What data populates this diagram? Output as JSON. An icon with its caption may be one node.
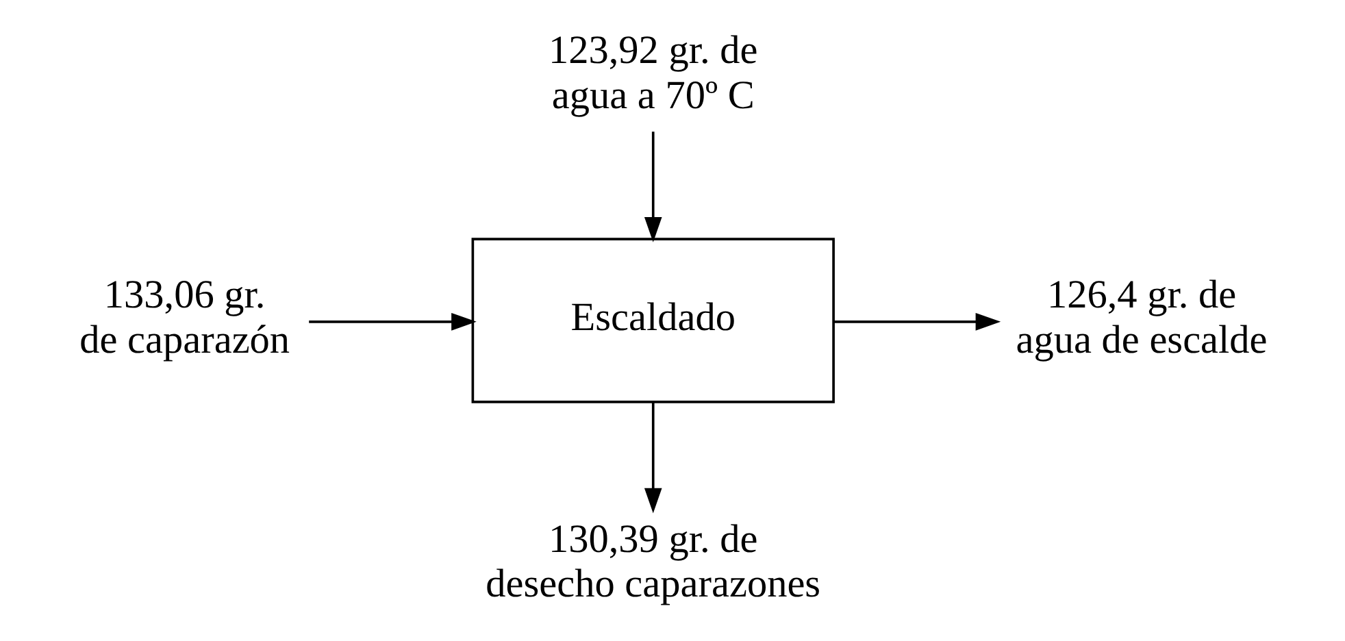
{
  "diagram": {
    "nodes": [
      {
        "text": [
          "Escaldado"
        ]
      },
      {
        "text": [
          "123,92 gr. de agua a 70º C"
        ]
      },
      {
        "text": [
          "133,06 gr. de caparazón"
        ]
      },
      {
        "text": [
          "126,4 gr. de agua de escalde"
        ]
      },
      {
        "text": [
          "130,39 gr. de desecho caparazones"
        ]
      }
    ],
    "edges": [
      {
        "from": 1,
        "to": 0,
        "arrow": "to"
      },
      {
        "from": 2,
        "to": 0,
        "arrow": "to"
      },
      {
        "from": 0,
        "to": 3,
        "arrow": "to"
      },
      {
        "from": 0,
        "to": 4,
        "arrow": "to"
      }
    ]
  }
}
